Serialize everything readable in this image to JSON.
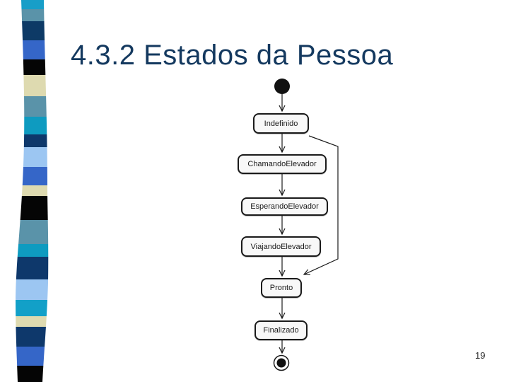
{
  "slide": {
    "title": "4.3.2 Estados da Pessoa",
    "page_number": "19",
    "title_color": "#14395F",
    "background_color": "#FFFFFF"
  },
  "diagram": {
    "type": "uml-state-machine",
    "line_color": "#1A1A1A",
    "state_fill_color": "#F8F8F8",
    "initial_state_icon": "filled-circle",
    "final_state_icon": "bullseye-circle",
    "states": [
      {
        "id": "indefinido",
        "label": "Indefinido"
      },
      {
        "id": "chamando-elevador",
        "label": "ChamandoElevador"
      },
      {
        "id": "esperando-elevador",
        "label": "EsperandoElevador"
      },
      {
        "id": "viajando-elevador",
        "label": "ViajandoElevador"
      },
      {
        "id": "pronto",
        "label": "Pronto"
      },
      {
        "id": "finalizado",
        "label": "Finalizado"
      }
    ],
    "transitions": [
      {
        "from": "initial",
        "to": "Indefinido"
      },
      {
        "from": "Indefinido",
        "to": "ChamandoElevador"
      },
      {
        "from": "ChamandoElevador",
        "to": "EsperandoElevador"
      },
      {
        "from": "EsperandoElevador",
        "to": "ViajandoElevador"
      },
      {
        "from": "ViajandoElevador",
        "to": "Pronto"
      },
      {
        "from": "Indefinido",
        "to": "Pronto"
      },
      {
        "from": "Pronto",
        "to": "Finalizado"
      },
      {
        "from": "Finalizado",
        "to": "final"
      }
    ]
  },
  "decor_strip": {
    "segments": [
      {
        "from": 0,
        "to": 13,
        "color": "#189EC8"
      },
      {
        "from": 13,
        "to": 30,
        "color": "#5A93A9"
      },
      {
        "from": 30,
        "to": 57,
        "color": "#0D3A66"
      },
      {
        "from": 57,
        "to": 84,
        "color": "#3566C8"
      },
      {
        "from": 84,
        "to": 106,
        "color": "#050505"
      },
      {
        "from": 106,
        "to": 136,
        "color": "#DEDAB0"
      },
      {
        "from": 136,
        "to": 165,
        "color": "#5A93A9"
      },
      {
        "from": 165,
        "to": 190,
        "color": "#0E9BC0"
      },
      {
        "from": 190,
        "to": 208,
        "color": "#0E386B"
      },
      {
        "from": 208,
        "to": 236,
        "color": "#9CC6F2"
      },
      {
        "from": 236,
        "to": 262,
        "color": "#3566C8"
      },
      {
        "from": 262,
        "to": 277,
        "color": "#DEDAB0"
      },
      {
        "from": 277,
        "to": 311,
        "color": "#050505"
      },
      {
        "from": 311,
        "to": 345,
        "color": "#5A93A9"
      },
      {
        "from": 345,
        "to": 363,
        "color": "#0E9BC0"
      },
      {
        "from": 363,
        "to": 395,
        "color": "#0E386B"
      },
      {
        "from": 395,
        "to": 424,
        "color": "#9CC6F2"
      },
      {
        "from": 424,
        "to": 447,
        "color": "#12A0C8"
      },
      {
        "from": 447,
        "to": 462,
        "color": "#DEDAB0"
      },
      {
        "from": 462,
        "to": 490,
        "color": "#0E386B"
      },
      {
        "from": 490,
        "to": 517,
        "color": "#3566C8"
      },
      {
        "from": 517,
        "to": 540,
        "color": "#050505"
      }
    ]
  }
}
